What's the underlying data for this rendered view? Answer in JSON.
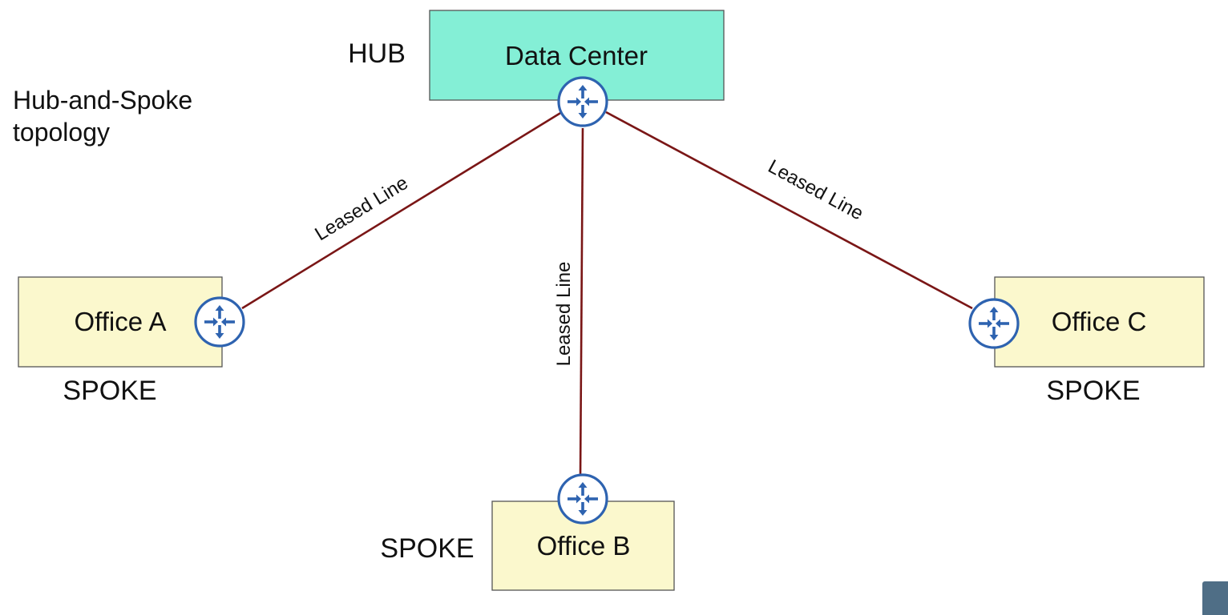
{
  "title_lines": [
    "Hub-and-Spoke",
    "topology"
  ],
  "hub": {
    "role_label": "HUB",
    "name": "Data Center",
    "color": "#84efd6"
  },
  "spokes": [
    {
      "key": "a",
      "role_label": "SPOKE",
      "name": "Office A",
      "color": "#fbf8cd"
    },
    {
      "key": "b",
      "role_label": "SPOKE",
      "name": "Office B",
      "color": "#fbf8cd"
    },
    {
      "key": "c",
      "role_label": "SPOKE",
      "name": "Office C",
      "color": "#fbf8cd"
    }
  ],
  "links": [
    {
      "from": "hub",
      "to": "a",
      "label": "Leased Line"
    },
    {
      "from": "hub",
      "to": "b",
      "label": "Leased Line"
    },
    {
      "from": "hub",
      "to": "c",
      "label": "Leased Line"
    }
  ],
  "colors": {
    "link": "#7a1616",
    "router": "#2e63b0",
    "box_border": "#555555"
  },
  "icons": {
    "router": "router-icon",
    "corner_logo": "cloud-logo-icon"
  }
}
